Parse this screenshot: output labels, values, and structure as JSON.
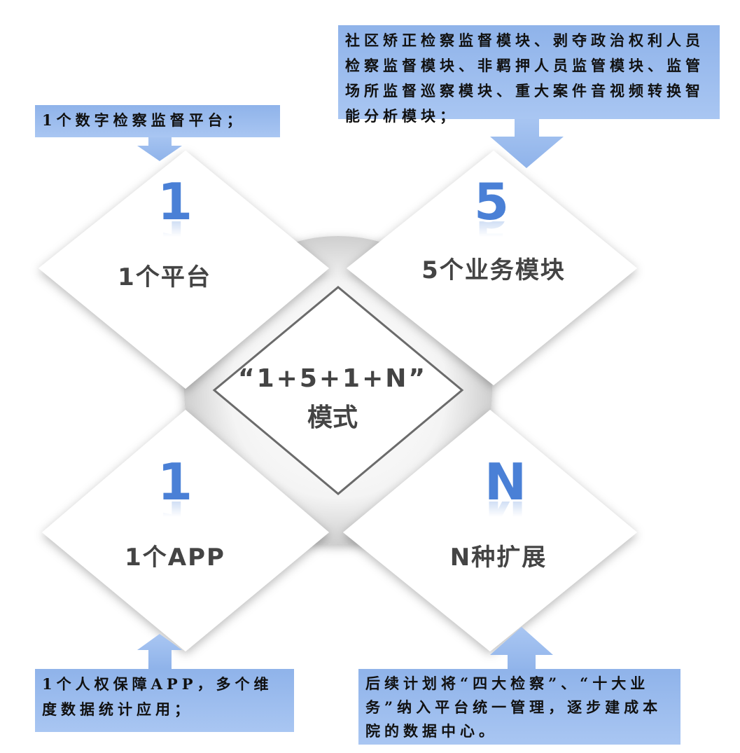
{
  "center": {
    "line1": "“1+5+1+N”",
    "line2": "模式"
  },
  "petals": [
    {
      "number": "1",
      "label": "1个平台"
    },
    {
      "number": "5",
      "label": "5个业务模块"
    },
    {
      "number": "1",
      "label": "1个APP"
    },
    {
      "number": "N",
      "label": "N种扩展"
    }
  ],
  "callouts": {
    "top_left": "1个数字检察监督平台；",
    "top_right": "社区矫正检察监督模块、剥夺政治权利人员检察监督模块、非羁押人员监管模块、监管场所监督巡察模块、重大案件音视频转换智能分析模块；",
    "bottom_left": "1个人权保障APP，多个维度数据统计应用；",
    "bottom_right": "后续计划将“四大检察”、“十大业务”纳入平台统一管理，逐步建成本院的数据中心。"
  },
  "colors": {
    "accent": "#4a80d6",
    "callout": "#a9c6f2",
    "text": "#444444"
  }
}
